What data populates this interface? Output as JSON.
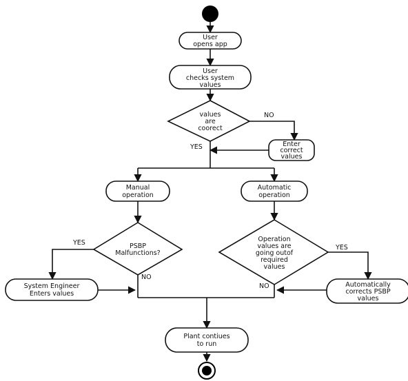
{
  "nodes": {
    "user_opens_app": [
      "User",
      "opens app"
    ],
    "user_checks_values": [
      "User",
      "checks system",
      "values"
    ],
    "values_correct_decision": [
      "values",
      "are",
      "coorect"
    ],
    "enter_correct_values": [
      "Enter",
      "correct",
      "values"
    ],
    "manual_operation": [
      "Manual",
      "operation"
    ],
    "automatic_operation": [
      "Automatic",
      "operation"
    ],
    "psbp_malfunctions_decision": [
      "PSBP",
      "Malfunctions?"
    ],
    "operation_values_decision": [
      "Operation",
      "values are",
      "going outof",
      "required",
      "values"
    ],
    "system_engineer_enters": [
      "System Engineer",
      "Enters values"
    ],
    "auto_corrects_psbp": [
      "Automatically",
      "corrects PSBP",
      "values"
    ],
    "plant_continues": [
      "Plant contiues",
      "to run"
    ]
  },
  "edge_labels": {
    "values_no": "NO",
    "values_yes": "YES",
    "psbp_yes": "YES",
    "psbp_no": "NO",
    "operation_yes": "YES",
    "operation_no": "NO"
  },
  "colors": {
    "stroke": "#111111",
    "fill": "#ffffff",
    "terminal": "#000000"
  }
}
